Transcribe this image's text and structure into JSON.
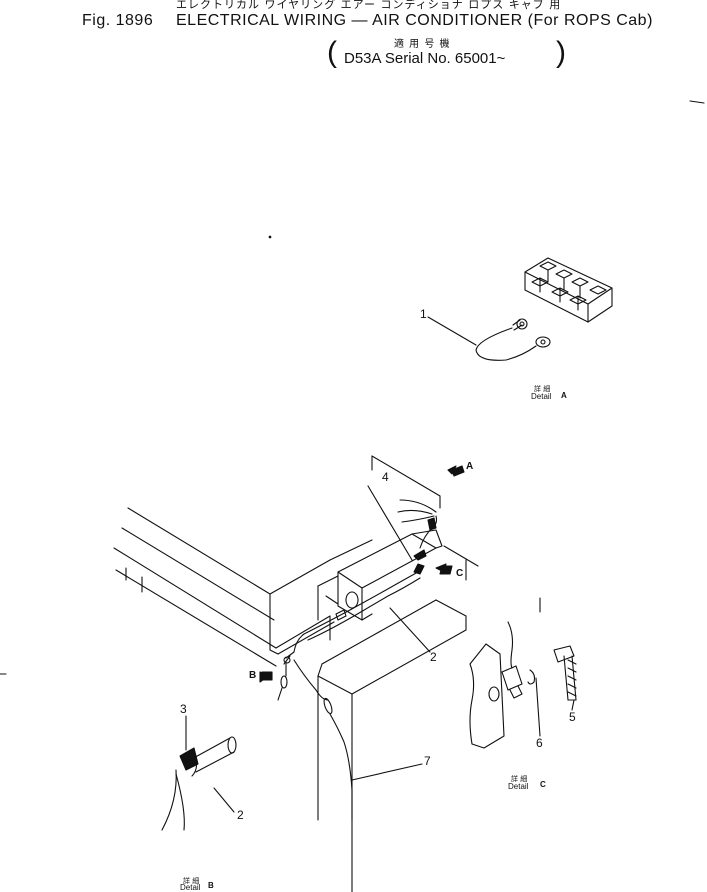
{
  "header": {
    "jp_title": "エレクトリカル ワイヤリング エアー コンディショナ ロプス キャブ 用",
    "fig_label": "Fig. 1896",
    "title": "ELECTRICAL WIRING — AIR CONDITIONER (For ROPS Cab)",
    "applicable_jp": "適 用 号 機",
    "serial": "D53A Serial No. 65001~"
  },
  "details": {
    "a": {
      "jp": "詳 細",
      "label": "Detail",
      "letter": "A"
    },
    "b": {
      "jp": "詳 細",
      "label": "Detail",
      "letter": "B"
    },
    "c": {
      "jp": "詳 細",
      "label": "Detail",
      "letter": "C"
    }
  },
  "view_arrows": {
    "a": "A",
    "b": "B",
    "c": "C"
  },
  "callouts": {
    "p1": "1",
    "p2a": "2",
    "p2b": "2",
    "p3": "3",
    "p4": "4",
    "p5": "5",
    "p6": "6",
    "p7": "7"
  }
}
